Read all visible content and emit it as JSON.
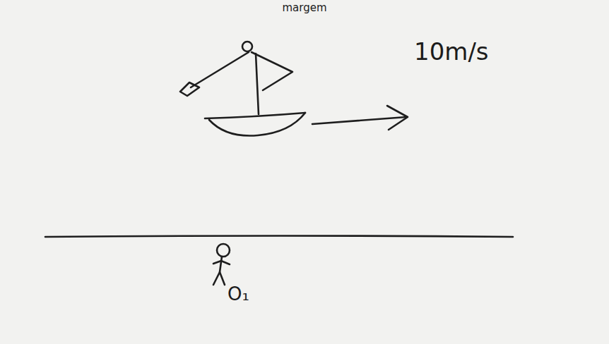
{
  "diagram": {
    "labels": [
      "margem",
      "10m/s",
      "O₁"
    ]
  }
}
